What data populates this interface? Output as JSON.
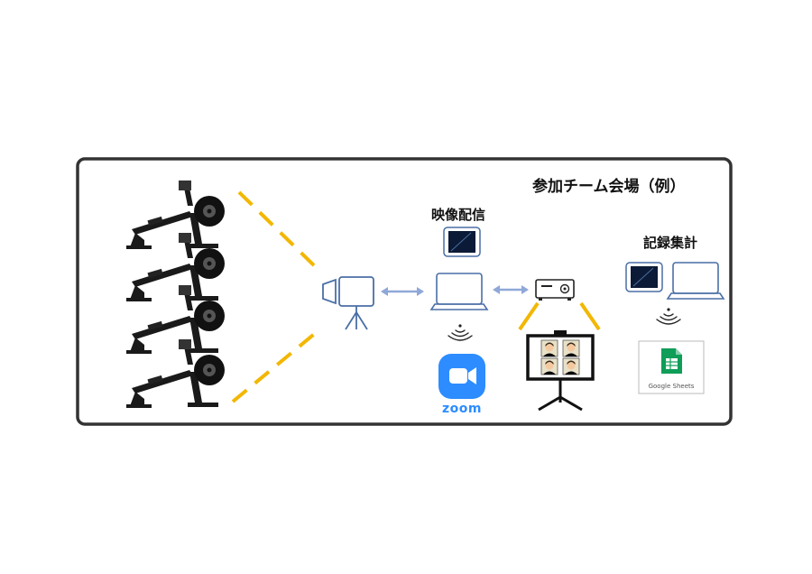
{
  "frame": {
    "title": "参加チーム会場（例）"
  },
  "labels": {
    "streaming": "映像配信",
    "recording": "記録集計"
  },
  "apps": {
    "zoom": "zoom",
    "sheets": "Google Sheets"
  },
  "icons": [
    "rowing-machine-icon",
    "video-camera-icon",
    "tripod-icon",
    "laptop-icon",
    "tablet-icon",
    "projector-icon",
    "projection-screen-icon",
    "wifi-signal-icon",
    "zoom-logo-icon",
    "google-sheets-logo-icon"
  ],
  "colors": {
    "frame_border": "#333333",
    "sight_lines": "#F2B700",
    "device_outline": "#4A6FA5",
    "connector": "#8FA8D8",
    "zoom_blue": "#2D8CFF",
    "sheets_green": "#0F9D58"
  }
}
